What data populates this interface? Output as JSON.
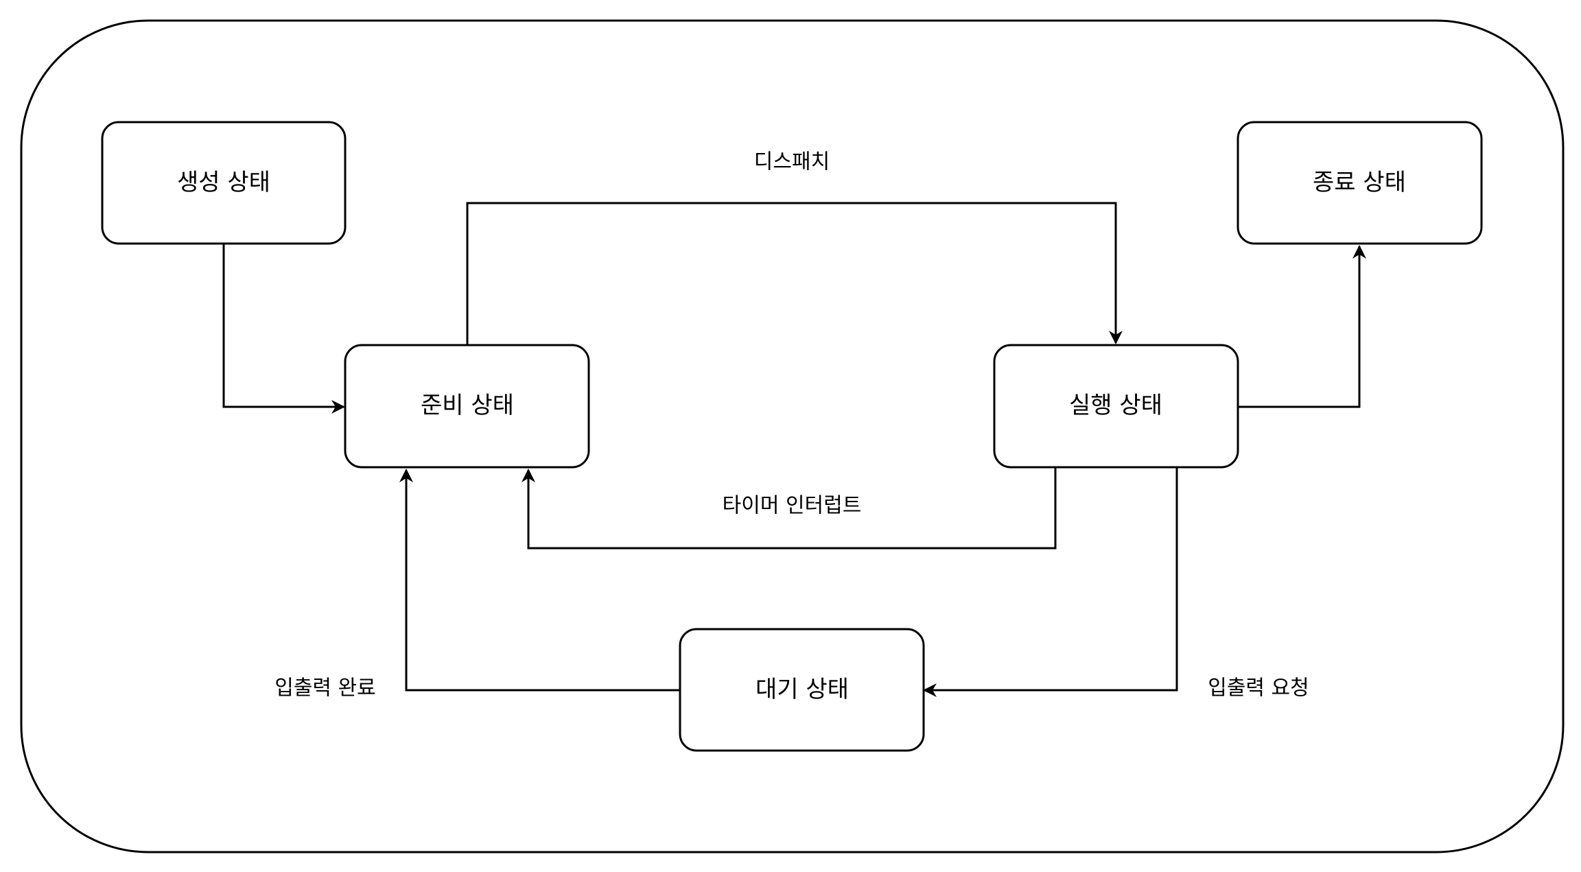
{
  "diagram": {
    "nodes": {
      "created": "생성 상태",
      "ready": "준비 상태",
      "running": "실행 상태",
      "terminated": "종료 상태",
      "waiting": "대기 상태"
    },
    "edges": {
      "dispatch": "디스패치",
      "timer_interrupt": "타이머 인터럽트",
      "io_complete": "입출력 완료",
      "io_request": "입출력 요청"
    }
  }
}
